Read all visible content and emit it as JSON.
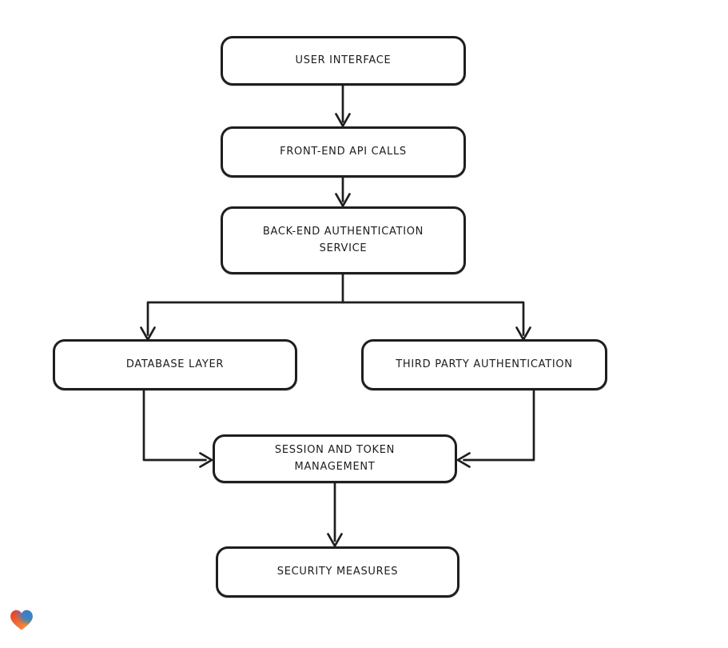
{
  "diagram": {
    "type": "flowchart",
    "background_color": "#ffffff",
    "stroke_color": "#1e1e1e",
    "node_fill_color": "#ffffff",
    "nodes": [
      {
        "id": "user-interface",
        "label": "USER INTERFACE"
      },
      {
        "id": "front-end-api-calls",
        "label": "FRONT-END API CALLS"
      },
      {
        "id": "back-end-authentication-service",
        "label": "BACK-END AUTHENTICATION SERVICE"
      },
      {
        "id": "database-layer",
        "label": "DATABASE LAYER"
      },
      {
        "id": "third-party-authentication",
        "label": "THIRD PARTY AUTHENTICATION"
      },
      {
        "id": "session-and-token-management",
        "label": "SESSION AND TOKEN MANAGEMENT"
      },
      {
        "id": "security-measures",
        "label": "SECURITY MEASURES"
      }
    ],
    "edges": [
      {
        "from": "USER INTERFACE",
        "to": "FRONT-END API CALLS"
      },
      {
        "from": "FRONT-END API CALLS",
        "to": "BACK-END AUTHENTICATION SERVICE"
      },
      {
        "from": "BACK-END AUTHENTICATION SERVICE",
        "to": "DATABASE LAYER"
      },
      {
        "from": "BACK-END AUTHENTICATION SERVICE",
        "to": "THIRD PARTY AUTHENTICATION"
      },
      {
        "from": "DATABASE LAYER",
        "to": "SESSION AND TOKEN MANAGEMENT"
      },
      {
        "from": "THIRD PARTY AUTHENTICATION",
        "to": "SESSION AND TOKEN MANAGEMENT"
      },
      {
        "from": "SESSION AND TOKEN MANAGEMENT",
        "to": "SECURITY MEASURES"
      }
    ],
    "logo": {
      "name": "heart-logo",
      "colors": [
        "#e8322b",
        "#f6a44e",
        "#2f7fd6",
        "#2da46c"
      ]
    }
  }
}
